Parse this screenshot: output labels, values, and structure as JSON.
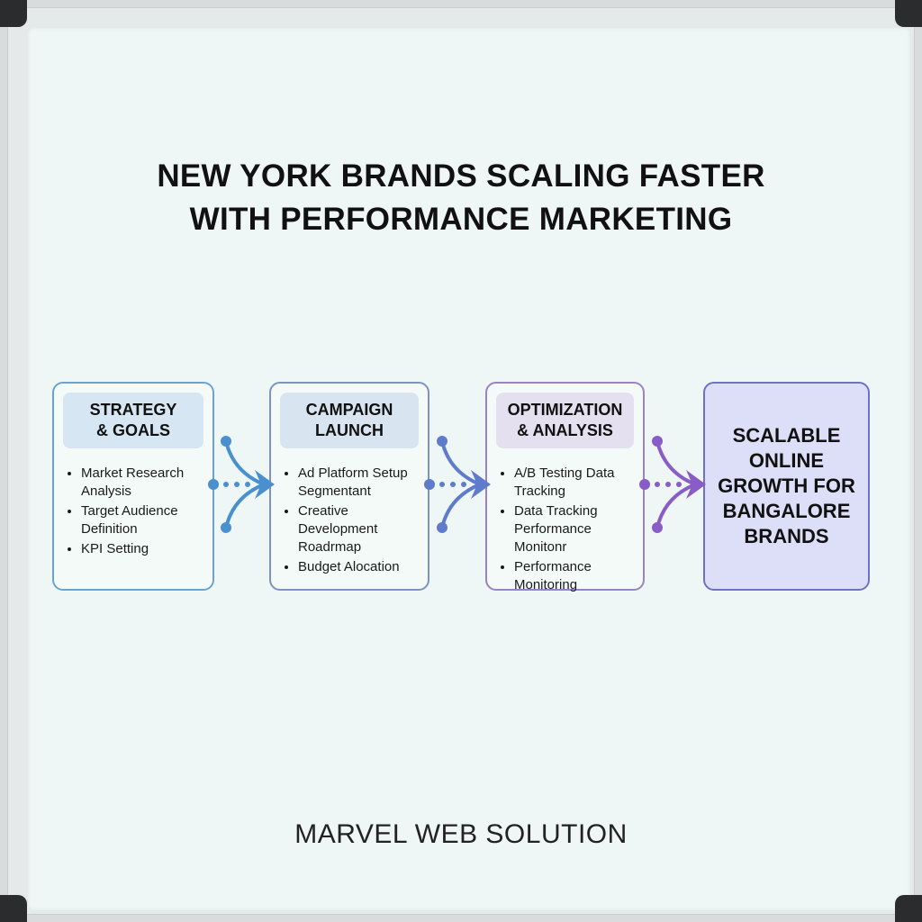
{
  "title": {
    "line1": "NEW YORK BRANDS SCALING FASTER",
    "line2": "WITH PERFORMANCE MARKETING"
  },
  "stages": [
    {
      "heading_line1": "STRATEGY",
      "heading_line2": "& GOALS",
      "color": "#6aa3cf",
      "pill_color": "#d6e6f2",
      "items": [
        "Market Research Analysis",
        "Target Audience Definition",
        "KPI Setting"
      ]
    },
    {
      "heading_line1": "CAMPAIGN",
      "heading_line2": "LAUNCH",
      "color": "#7d93c2",
      "pill_color": "#d9e4f1",
      "items": [
        "Ad Platform Setup Segmentant",
        "Creative Development Roadrmap",
        "Budget Alocation"
      ]
    },
    {
      "heading_line1": "OPTIMIZATION",
      "heading_line2": "& ANALYSIS",
      "color": "#9a82c4",
      "pill_color": "#e4e0ef",
      "items": [
        "A/B Testing Data Tracking",
        "Data Tracking Performance Monitonr",
        "Performance Monitoring"
      ]
    }
  ],
  "outcome": {
    "line1": "SCALABLE",
    "line2": "ONLINE",
    "line3": "GROWTH FOR",
    "line4": "BANGALORE",
    "line5": "BRANDS",
    "color": "#6f72c0"
  },
  "connector_colors": [
    "#4a90cf",
    "#5f7ccc",
    "#8a5cc6"
  ],
  "footer": "MARVEL WEB SOLUTION"
}
